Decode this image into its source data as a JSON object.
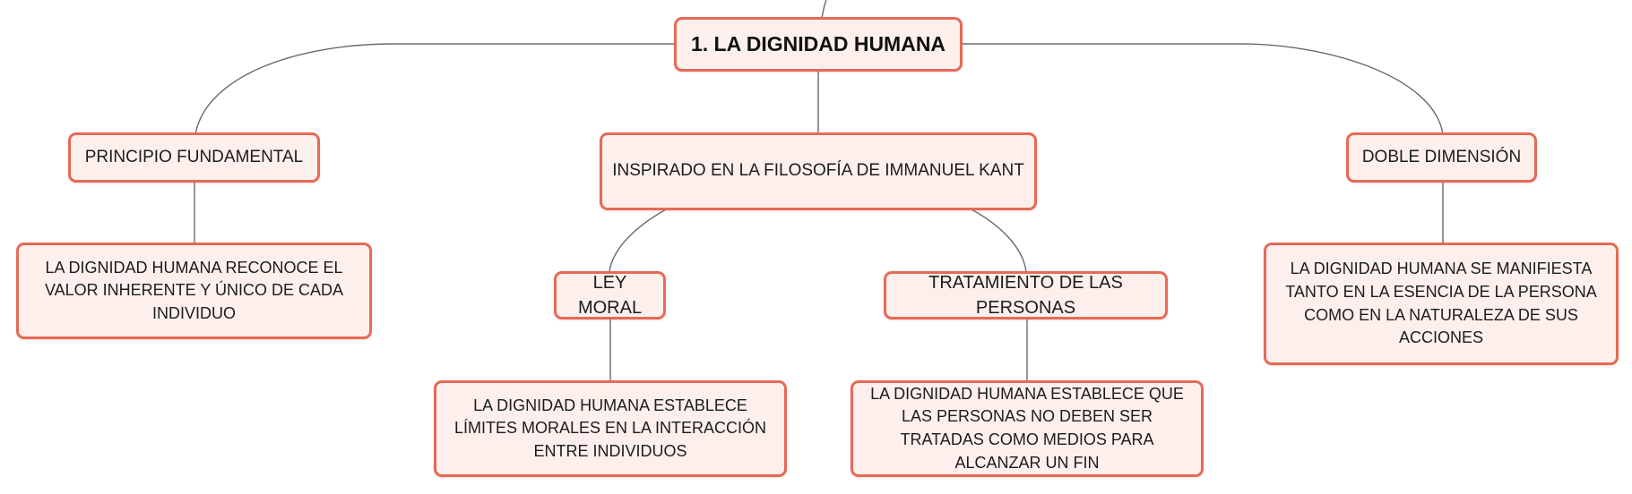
{
  "root": {
    "label": "1. LA DIGNIDAD HUMANA"
  },
  "branches": {
    "principio": {
      "label": "PRINCIPIO FUNDAMENTAL",
      "detail": "LA DIGNIDAD HUMANA RECONOCE EL VALOR INHERENTE Y ÚNICO DE CADA INDIVIDUO"
    },
    "kant": {
      "label": "INSPIRADO EN LA FILOSOFÍA DE IMMANUEL KANT",
      "ley_moral": {
        "label": "LEY MORAL",
        "detail": "LA DIGNIDAD HUMANA ESTABLECE LÍMITES MORALES EN LA INTERACCIÓN ENTRE INDIVIDUOS"
      },
      "tratamiento": {
        "label": "TRATAMIENTO DE LAS PERSONAS",
        "detail": "LA DIGNIDAD HUMANA ESTABLECE QUE LAS PERSONAS NO DEBEN SER TRATADAS COMO MEDIOS PARA ALCANZAR UN FIN"
      }
    },
    "doble": {
      "label": "DOBLE DIMENSIÓN",
      "detail": "LA DIGNIDAD HUMANA SE MANIFIESTA TANTO EN LA ESENCIA DE LA PERSONA COMO EN LA NATURALEZA DE SUS ACCIONES"
    }
  },
  "colors": {
    "node_border": "#e56a57",
    "node_fill": "#fdf0ec",
    "connector": "#6a6a6a"
  }
}
